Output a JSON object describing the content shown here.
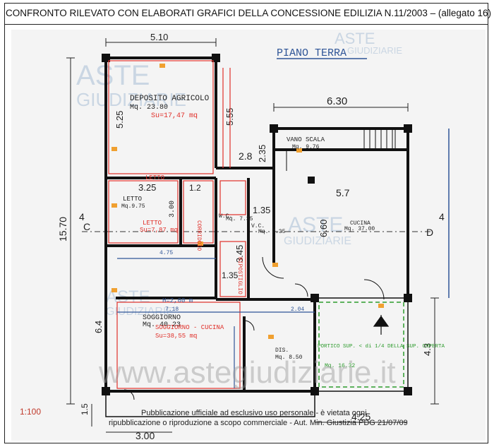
{
  "document": {
    "title": "CONFRONTO RILEVATO CON ELABORATI GRAFICI DELLA CONCESSIONE EDILIZIA N.11/2003 – (allegato 16)"
  },
  "plan": {
    "floor_label": "PIANO TERRA",
    "scale": "1:100",
    "dimensions": {
      "top_width": "5.10",
      "right_block_width": "6.30",
      "deposito_height": "5.25",
      "middle_height": "5.55",
      "total_height": "15.70",
      "stair_height": "2.35",
      "wc_width": "2.8",
      "letto_width": "3.25",
      "corridor_width": "1.2",
      "cucina_width": "5.7",
      "cucina_height": "6.60",
      "bath_width": "1.35",
      "bath_height": "3.45",
      "closet_width": "1.35",
      "soggiorno_height": "6.4",
      "portico_height": "4.3",
      "bottom_left": "1.5",
      "bottom_width": "3.00",
      "bottom_right": "4.25",
      "section_left": "C",
      "section_right": "D",
      "left_marker": "4",
      "right_marker": "4"
    },
    "rooms": {
      "deposito_name": "DEPOSITO AGRICOLO",
      "deposito_area": "Mq. 23.80",
      "deposito_su": "Su=17,47 mq",
      "letto_upper": "LETTO",
      "letto_name": "LETTO",
      "letto_area": "Mq.9.75",
      "letto_red": "LETTO",
      "letto_su": "Su=7,87 mq",
      "letto_dim": "3.00",
      "wc_name": "W.C.",
      "wc_area": "Mq. 7.35",
      "wc2_name": "V.C.",
      "wc2_area": "Mq. 7.35",
      "corridor": "CORRIDOIO",
      "ripostiglio": "RIPOSTIGLIO",
      "vano_scala": "VANO SCALA",
      "vano_scala_area": "Mq. 9.76",
      "cucina_name": "CUCINA",
      "cucina_area": "Mq. 37.00",
      "soggiorno_height_note": "H=2,60 m",
      "soggiorno_dim": "7.18",
      "soggiorno_name": "SOGGIORNO",
      "soggiorno_area": "Mq. 40.23",
      "soggiorno_cucina": "SOGGIORNO - CUCINA",
      "soggiorno_su": "Su=38,55 mq",
      "disimpegno": "DIS.",
      "disimpegno_area": "Mq. 8.50",
      "portico": "PORTICO SUP. < di 1/4 DELLA SUP. COPERTA",
      "portico_area": "Mq. 16.32",
      "inner_dim": "4.75",
      "dim_204": "2.04"
    }
  },
  "watermarks": {
    "brand_top": "ASTE",
    "brand_top_sub": "GIUDIZIARIE",
    "brand_main": "ASTE",
    "brand_main_sub": "GIUDIZIARIE",
    "brand_mid": "ASTE",
    "brand_mid_sub": "GIUDIZIARIE",
    "brand_low": "ASTE",
    "brand_low_sub": "GIUDIZIARIE",
    "site": "www.astegiudiziarie.it",
    "notice_line1": "Pubblicazione ufficiale ad esclusivo uso personale - è vietata ogni",
    "notice_line2": "ripubblicazione o riproduzione a scopo commerciale - Aut. Min. Giustizia PDG 21/07/09"
  }
}
